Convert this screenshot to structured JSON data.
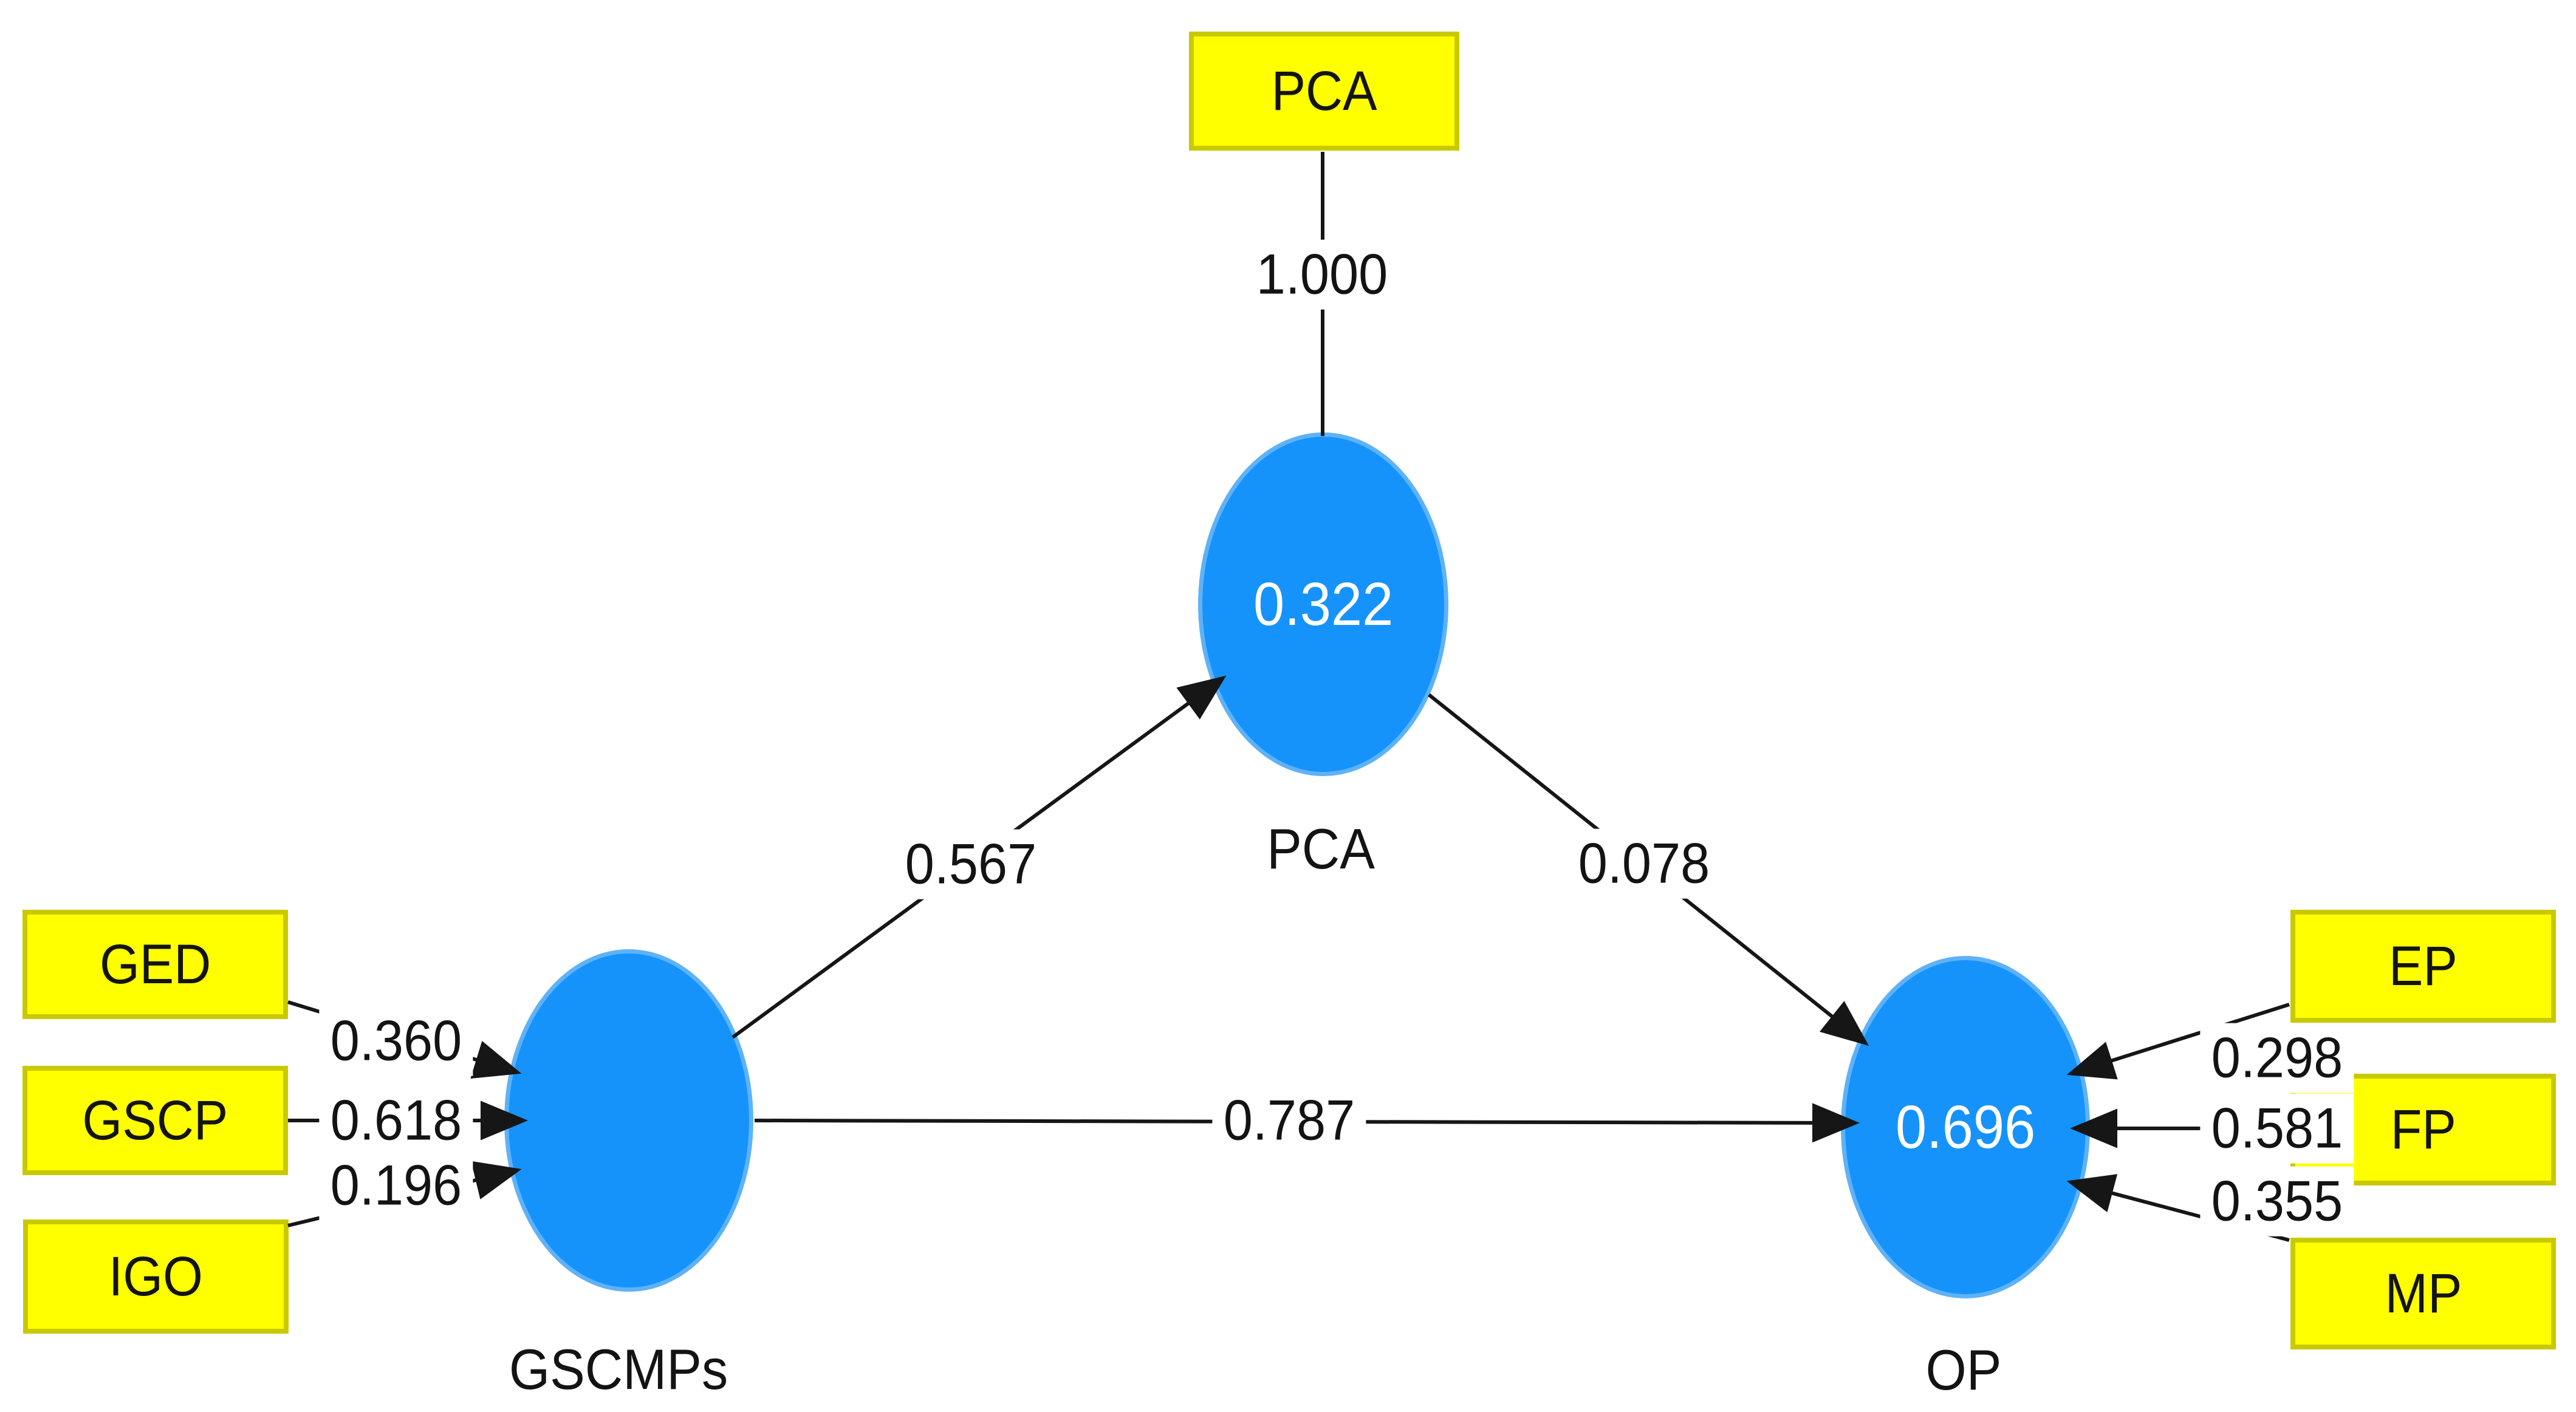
{
  "model": {
    "top_indicator": {
      "label": "PCA",
      "loading": "1.000"
    },
    "constructs": {
      "pca": {
        "label": "PCA",
        "r_squared": "0.322"
      },
      "gscmps": {
        "label": "GSCMPs"
      },
      "op": {
        "label": "OP",
        "r_squared": "0.696"
      }
    },
    "left_indicators": [
      {
        "label": "GED",
        "loading": "0.360"
      },
      {
        "label": "GSCP",
        "loading": "0.618"
      },
      {
        "label": "IGO",
        "loading": "0.196"
      }
    ],
    "right_indicators": [
      {
        "label": "EP",
        "loading": "0.298"
      },
      {
        "label": "FP",
        "loading": "0.581"
      },
      {
        "label": "MP",
        "loading": "0.355"
      }
    ],
    "paths": {
      "gscmps_to_pca": "0.567",
      "pca_to_op": "0.078",
      "gscmps_to_op": "0.787"
    }
  },
  "colors": {
    "construct_fill": "#1593fb",
    "construct_value_text": "#ffffff",
    "indicator_fill": "#ffff00",
    "indicator_border": "#c9c900",
    "connector_line": "#161616",
    "label_text": "#131313",
    "background": "#ffffff"
  }
}
